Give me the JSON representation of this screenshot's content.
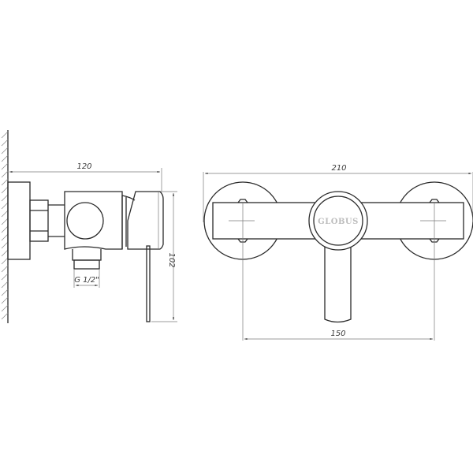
{
  "drawing": {
    "type": "technical drawing",
    "subject": "wall-mounted single-lever shower mixer",
    "brand_label": "GLOBUS",
    "views": [
      {
        "name": "side-view"
      },
      {
        "name": "front-view"
      }
    ]
  },
  "dimensions": {
    "side_depth": "120",
    "side_height": "102",
    "inlet_thread": "G 1/2\"",
    "front_width": "210",
    "front_centers": "150"
  },
  "colors": {
    "line": "#2a2a2a",
    "dimension_line": "#7a7a7a",
    "brand_text": "#bdbdbd",
    "background": "#ffffff"
  }
}
